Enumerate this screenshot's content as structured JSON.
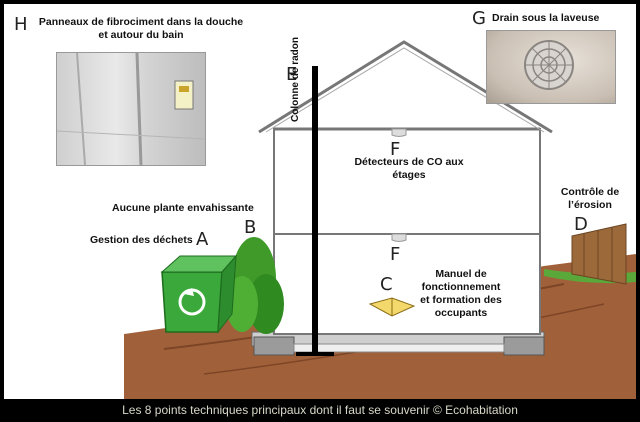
{
  "markers": {
    "A": "A",
    "B": "B",
    "C": "C",
    "D": "D",
    "E": "E",
    "F_top": "F",
    "F_bottom": "F",
    "G": "G",
    "H": "H"
  },
  "labels": {
    "H": "Panneaux de fibrociment dans la douche et autour du bain",
    "G": "Drain sous la laveuse",
    "E": "Colonne de radon",
    "F_top": "Détecteurs de CO aux étages",
    "B": "Aucune plante envahissante",
    "A": "Gestion des déchets",
    "C": "Manuel de fonctionnement et formation des occupants",
    "D": "Contrôle de l’érosion"
  },
  "caption": "Les 8 points techniques principaux dont il faut se souvenir © Ecohabitation",
  "colors": {
    "bin": "#3aa83a",
    "soil": "#9a5a32",
    "frame": "#000000",
    "caption": "#d8d8c8"
  },
  "icons": {
    "bin": "recycling-bin-icon",
    "book": "open-book-icon",
    "drain": "floor-drain-icon"
  }
}
